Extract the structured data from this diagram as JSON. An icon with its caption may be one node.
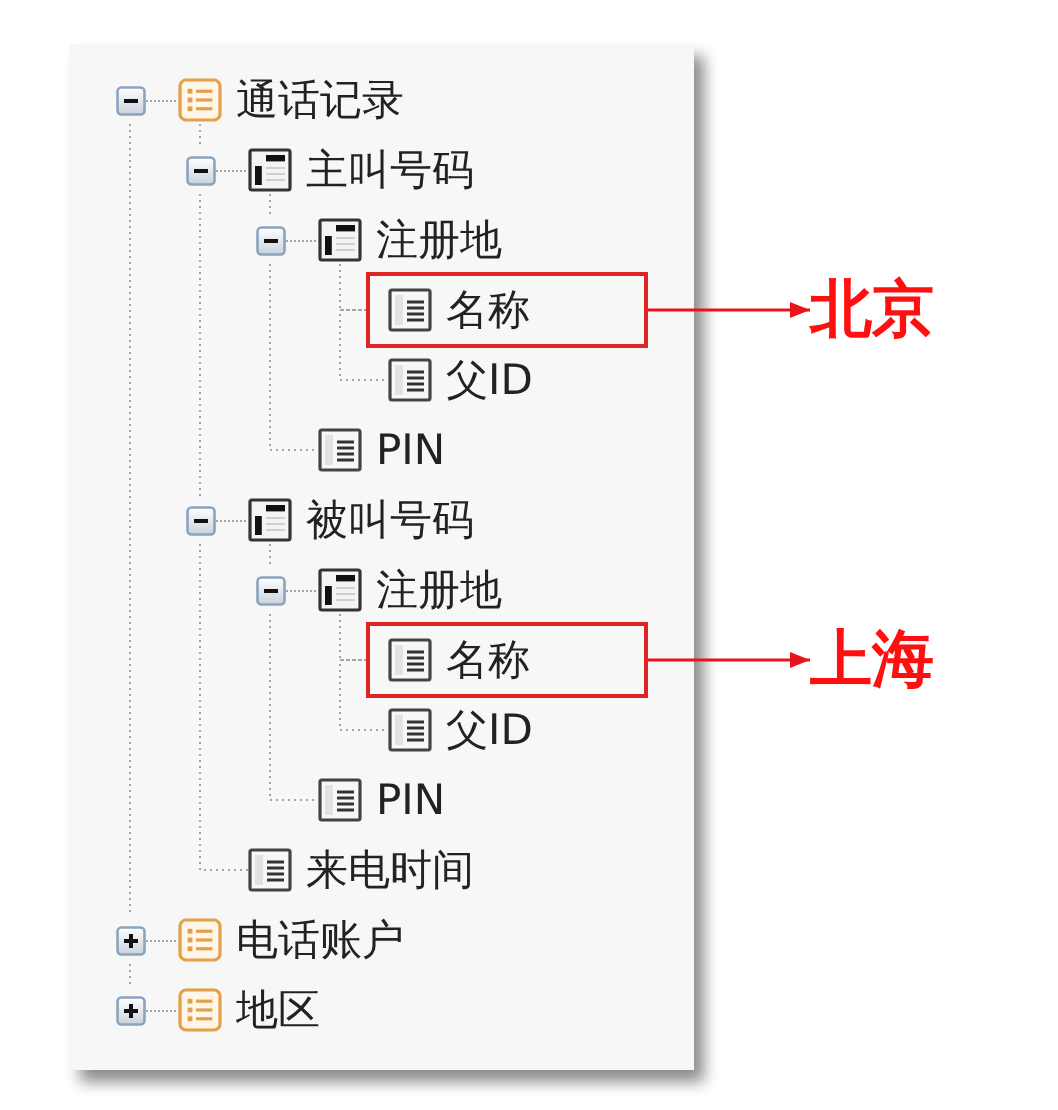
{
  "diagram": {
    "nodes": [
      {
        "text": [
          "通话记录"
        ]
      },
      {
        "text": [
          "主叫号码"
        ]
      },
      {
        "text": [
          "注册地"
        ]
      },
      {
        "text": [
          "名称"
        ]
      },
      {
        "text": [
          "父ID"
        ]
      },
      {
        "text": [
          "PIN"
        ]
      },
      {
        "text": [
          "被叫号码"
        ]
      },
      {
        "text": [
          "注册地"
        ]
      },
      {
        "text": [
          "名称"
        ]
      },
      {
        "text": [
          "父ID"
        ]
      },
      {
        "text": [
          "PIN"
        ]
      },
      {
        "text": [
          "来电时间"
        ]
      },
      {
        "text": [
          "电话账户"
        ]
      },
      {
        "text": [
          "地区"
        ]
      },
      {
        "text": [
          "北京"
        ]
      },
      {
        "text": [
          "上海"
        ]
      }
    ],
    "edges": [
      {
        "from": 0,
        "to": 1,
        "arrow": "none",
        "style": "dashed"
      },
      {
        "from": 1,
        "to": 2,
        "arrow": "none",
        "style": "dashed"
      },
      {
        "from": 2,
        "to": 3,
        "arrow": "none",
        "style": "dashed"
      },
      {
        "from": 3,
        "to": 4,
        "arrow": "none",
        "style": "dashed"
      },
      {
        "from": 2,
        "to": 5,
        "arrow": "none",
        "style": "dashed"
      },
      {
        "from": 1,
        "to": 6,
        "arrow": "none",
        "style": "dashed"
      },
      {
        "from": 6,
        "to": 7,
        "arrow": "none",
        "style": "dashed"
      },
      {
        "from": 7,
        "to": 8,
        "arrow": "none",
        "style": "dashed"
      },
      {
        "from": 8,
        "to": 9,
        "arrow": "none",
        "style": "dashed"
      },
      {
        "from": 7,
        "to": 10,
        "arrow": "none",
        "style": "dashed"
      },
      {
        "from": 6,
        "to": 11,
        "arrow": "none",
        "style": "dashed"
      },
      {
        "from": 0,
        "to": 12,
        "arrow": "none",
        "style": "dashed"
      },
      {
        "from": 12,
        "to": 13,
        "arrow": "none",
        "style": "dashed"
      },
      {
        "from": 3,
        "to": 14,
        "arrow": "to",
        "color": "#e8141a"
      },
      {
        "from": 8,
        "to": 15,
        "arrow": "to",
        "color": "#e8141a"
      }
    ]
  }
}
